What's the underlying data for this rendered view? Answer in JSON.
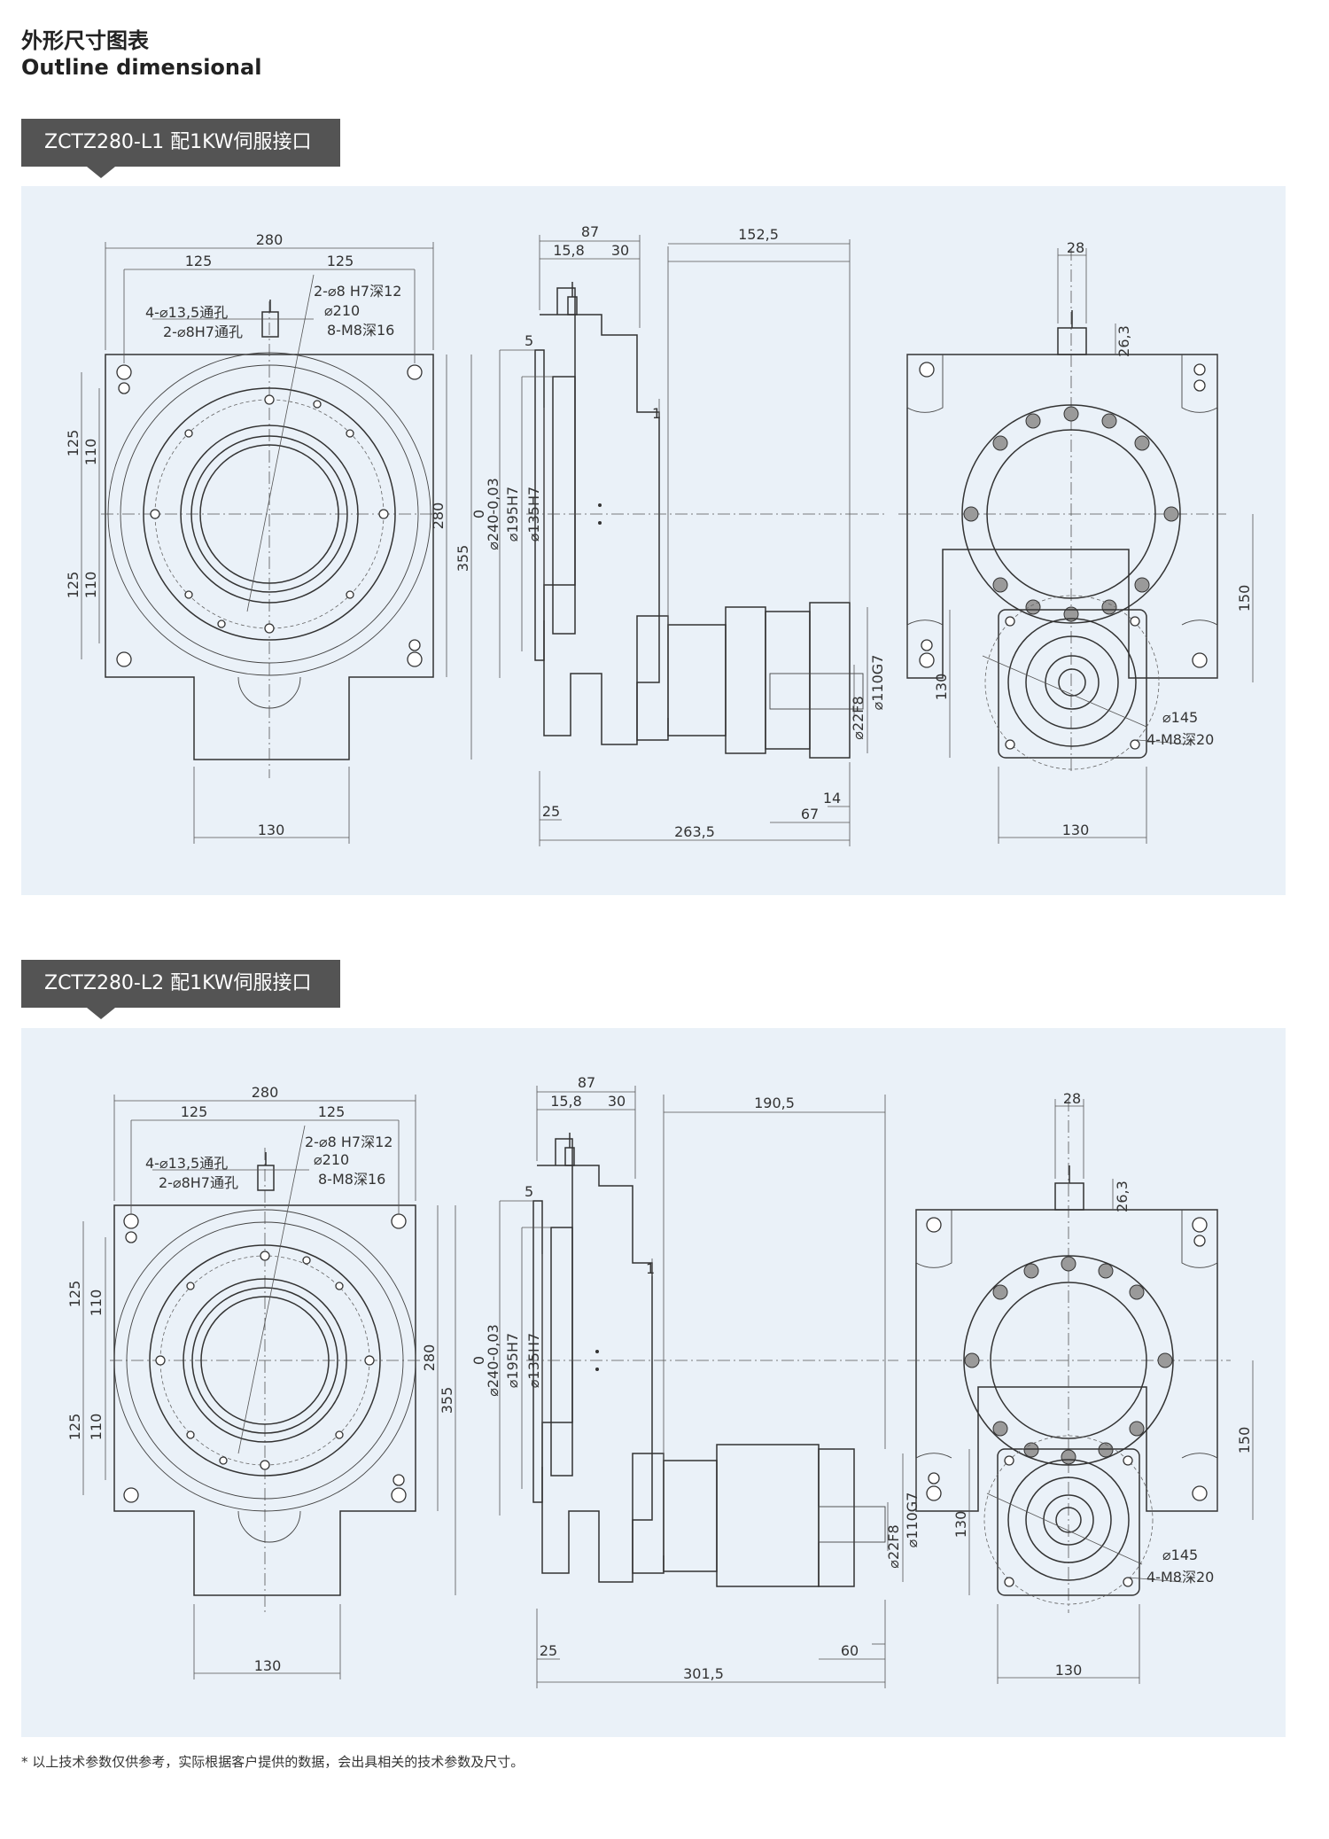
{
  "header": {
    "title_cn": "外形尺寸图表",
    "title_en": "Outline dimensional"
  },
  "sections": [
    {
      "tab_label": "ZCTZ280-L1 配1KW伺服接口",
      "front": {
        "overall_width": "280",
        "half_left": "125",
        "half_right": "125",
        "note_pin": "2-⌀8 H7深12",
        "note_pcd": "⌀210",
        "note_tap": "8-M8深16",
        "note_thru": "4-⌀13,5通孔",
        "note_pinhole": "2-⌀8H7通孔",
        "v_125a": "125",
        "v_110a": "110",
        "v_125b": "125",
        "v_110b": "110",
        "right_280": "280",
        "right_355": "355",
        "bottom_130": "130"
      },
      "side": {
        "top_87": "87",
        "top_158": "15,8",
        "top_30": "30",
        "dim_5": "5",
        "dim_1": "1",
        "zero": "0",
        "dia_240": "⌀240-0,03",
        "dia_195": "⌀195H7",
        "dia_135": "⌀135H7",
        "motor_len": "152,5",
        "dia_110": "⌀110G7",
        "dia_22": "⌀22F8",
        "dim_14": "14",
        "dim_67": "67",
        "dim_25": "25",
        "total": "263,5"
      },
      "rear": {
        "top_28": "28",
        "top_263": "26,3",
        "right_150": "150",
        "left_130": "130",
        "note_145": "⌀145",
        "note_m8": "4-M8深20",
        "bottom_130": "130"
      }
    },
    {
      "tab_label": "ZCTZ280-L2 配1KW伺服接口",
      "front": {
        "overall_width": "280",
        "half_left": "125",
        "half_right": "125",
        "note_pin": "2-⌀8 H7深12",
        "note_pcd": "⌀210",
        "note_tap": "8-M8深16",
        "note_thru": "4-⌀13,5通孔",
        "note_pinhole": "2-⌀8H7通孔",
        "v_125a": "125",
        "v_110a": "110",
        "v_125b": "125",
        "v_110b": "110",
        "right_280": "280",
        "right_355": "355",
        "bottom_130": "130"
      },
      "side": {
        "top_87": "87",
        "top_158": "15,8",
        "top_30": "30",
        "dim_5": "5",
        "dim_1": "1",
        "zero": "0",
        "dia_240": "⌀240-0,03",
        "dia_195": "⌀195H7",
        "dia_135": "⌀135H7",
        "motor_len": "190,5",
        "dia_110": "⌀110G7",
        "dia_22": "⌀22F8",
        "dim_14": "",
        "dim_67": "60",
        "dim_25": "25",
        "total": "301,5"
      },
      "rear": {
        "top_28": "28",
        "top_263": "26,3",
        "right_150": "150",
        "left_130": "130",
        "note_145": "⌀145",
        "note_m8": "4-M8深20",
        "bottom_130": "130"
      }
    }
  ],
  "footnote": "* 以上技术参数仅供参考，实际根据客户提供的数据，会出具相关的技术参数及尺寸。",
  "colors": {
    "panel": "#eaf1f8",
    "tab": "#545454"
  }
}
